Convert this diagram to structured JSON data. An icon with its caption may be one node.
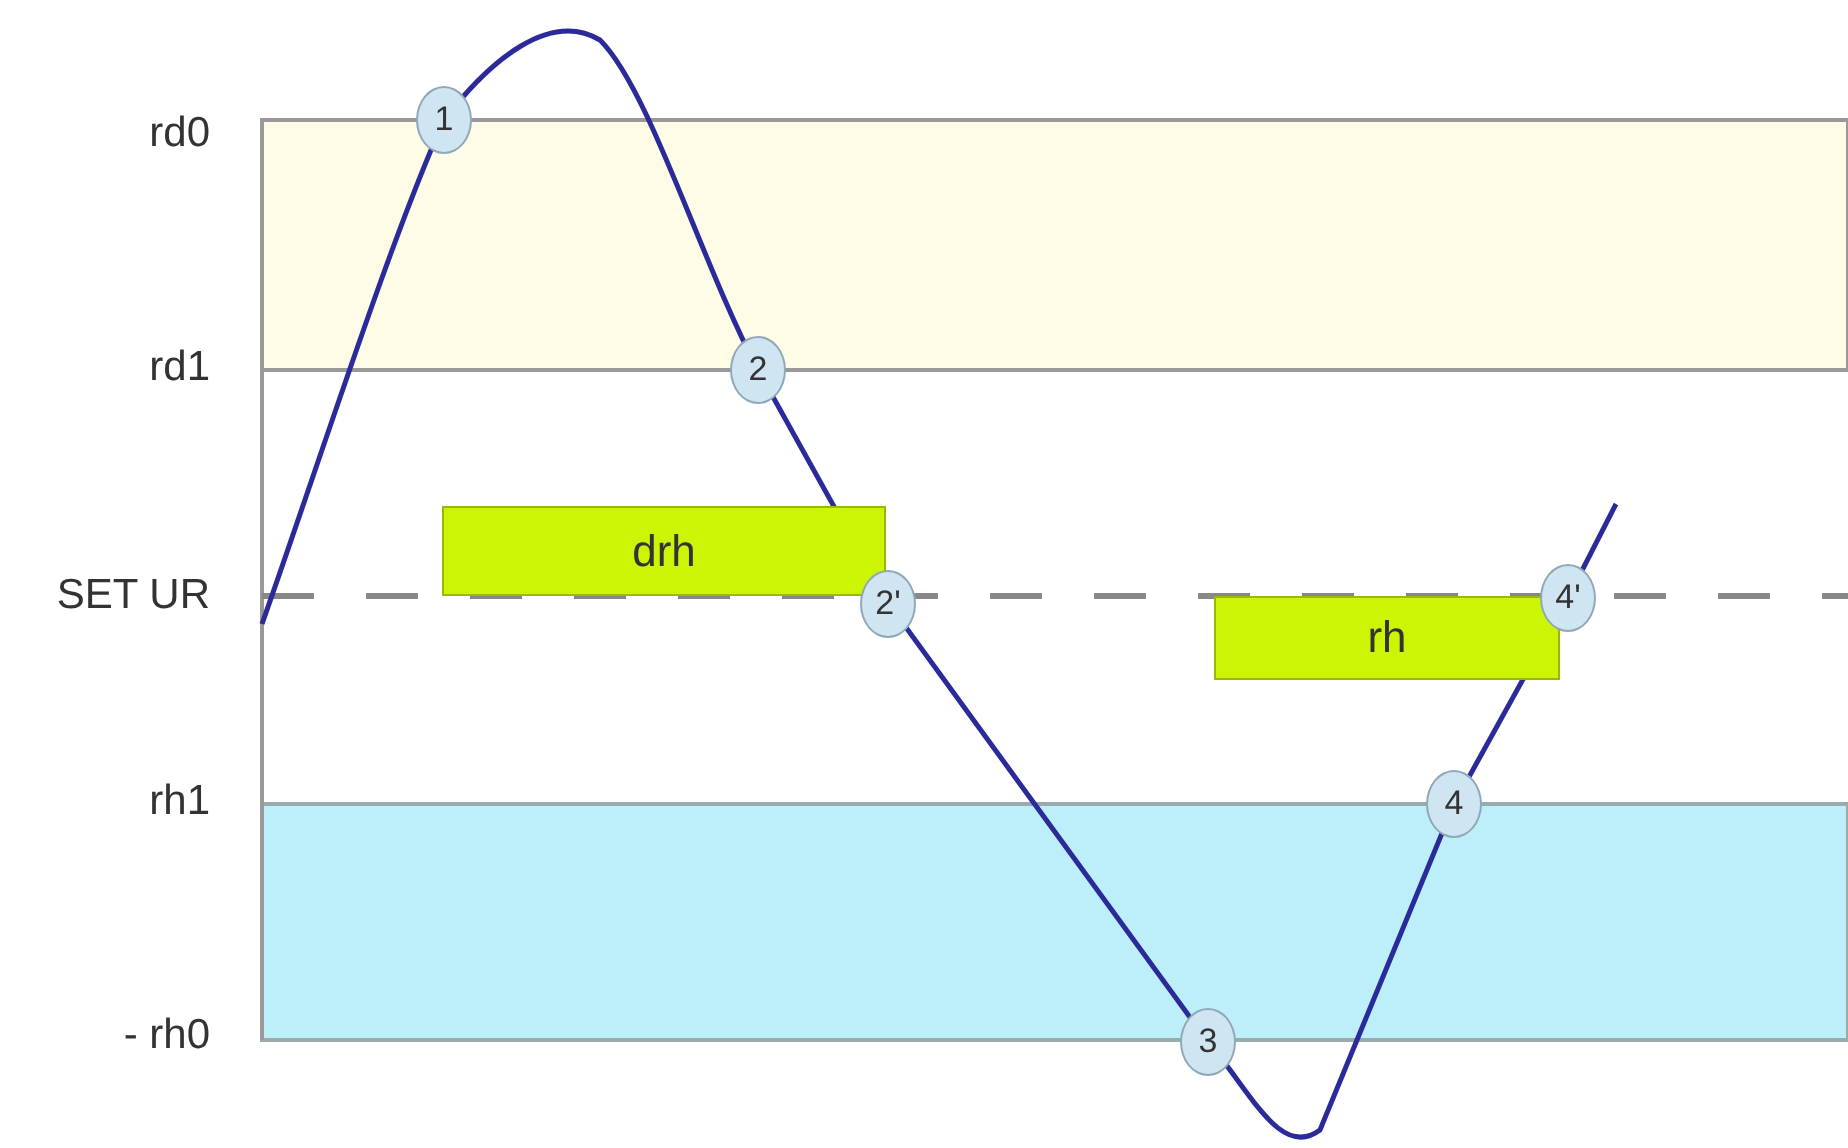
{
  "diagram": {
    "nodes": [
      {
        "text": [
          "drh"
        ]
      },
      {
        "text": [
          "rh"
        ]
      },
      {
        "text": [
          "1"
        ]
      },
      {
        "text": [
          "2"
        ]
      },
      {
        "text": [
          "2'"
        ]
      },
      {
        "text": [
          "3"
        ]
      },
      {
        "text": [
          "4"
        ]
      },
      {
        "text": [
          "4'"
        ]
      }
    ],
    "labels": [
      "rd0",
      "rd1",
      "SET UR",
      "rh1",
      "- rh0"
    ]
  }
}
